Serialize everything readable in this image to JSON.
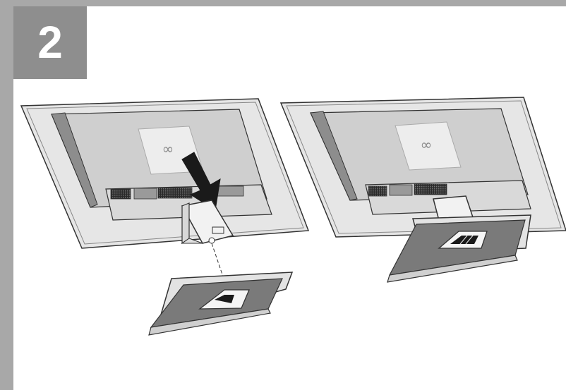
{
  "step": {
    "number": "2"
  },
  "illustrations": [
    {
      "id": "attach-stand",
      "icon": "monitor-stand-attach-icon"
    },
    {
      "id": "stand-attached",
      "icon": "monitor-stand-attached-icon"
    }
  ],
  "colors": {
    "frame": "#a8a8a8",
    "step_box": "#8e8e8e",
    "step_text": "#ffffff",
    "line": "#333333",
    "fill_light": "#e6e6e6",
    "fill_mid": "#cfcfcf",
    "fill_dark": "#7a7a7a"
  }
}
